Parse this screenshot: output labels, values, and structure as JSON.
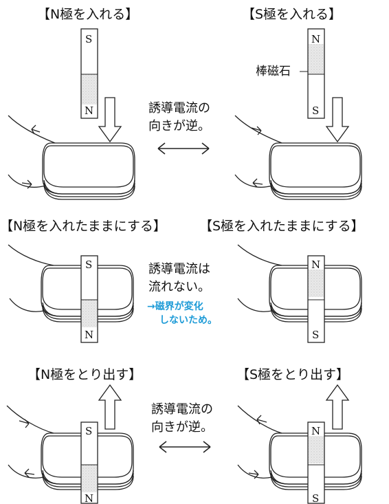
{
  "row1": {
    "left_heading": "【N極を入れる】",
    "right_heading": "【S極を入れる】",
    "middle_line1": "誘導電流の",
    "middle_line2": "向きが逆。",
    "magnet_label": "棒磁石"
  },
  "row2": {
    "left_heading": "【N極を入れたままにする】",
    "right_heading": "【S極を入れたままにする】",
    "middle_line1": "誘導電流は",
    "middle_line2": "流れない。",
    "note_line1": "→磁界が変化",
    "note_line2": "しないため。",
    "note_color": "#1e9bd7"
  },
  "row3": {
    "left_heading": "【N極をとり出す】",
    "right_heading": "【S極をとり出す】",
    "middle_line1": "誘導電流の",
    "middle_line2": "向きが逆。"
  },
  "poles": {
    "n": "N",
    "s": "S"
  }
}
